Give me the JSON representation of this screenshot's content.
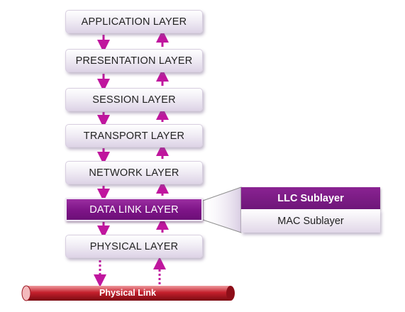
{
  "layers": [
    {
      "label": "APPLICATION LAYER"
    },
    {
      "label": "PRESENTATION LAYER"
    },
    {
      "label": "SESSION LAYER"
    },
    {
      "label": "TRANSPORT LAYER"
    },
    {
      "label": "NETWORK LAYER"
    },
    {
      "label": "DATA LINK LAYER",
      "highlighted": true
    },
    {
      "label": "PHYSICAL LAYER"
    }
  ],
  "sublayers": {
    "llc": "LLC Sublayer",
    "mac": "MAC Sublayer"
  },
  "physical_link": "Physical Link",
  "colors": {
    "arrow": "#c0169e",
    "highlight": "#7d1487",
    "link_tube": "#b2121f"
  }
}
